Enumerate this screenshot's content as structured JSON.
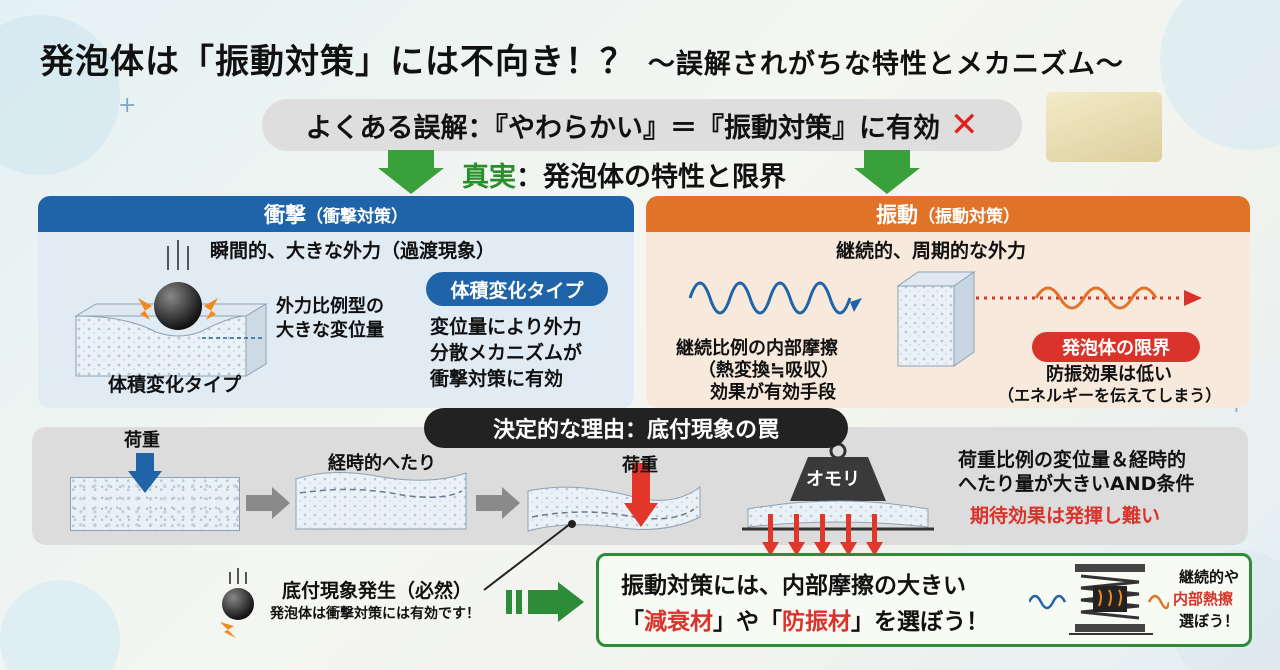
{
  "title": {
    "main": "発泡体は「振動対策」には不向き！？",
    "sub": "〜誤解されがちな特性とメカニズム〜"
  },
  "misconception": {
    "text": "よくある誤解：『やわらかい』＝『振動対策』に有効",
    "mark": "✕"
  },
  "truth": {
    "label": "真実",
    "text": "：発泡体の特性と限界"
  },
  "impact": {
    "header": "衝撃",
    "header_sub": "（衝撃対策）",
    "desc": "瞬間的、大きな外力（過渡現象）",
    "callout_line1": "外力比例型の",
    "callout_line2": "大きな変位量",
    "foam_label": "体積変化タイプ",
    "pill": "体積変化タイプ",
    "mech_line1": "変位量により外力",
    "mech_line2": "分散メカニズムが",
    "mech_line3": "衝撃対策に有効"
  },
  "vibration": {
    "header": "振動",
    "header_sub": "（振動対策）",
    "desc": "継続的、周期的な外力",
    "left_line1": "継続比例の内部摩擦",
    "left_line2": "（熱変換≒吸収）",
    "left_line3": "効果が有効手段",
    "limit_pill": "発泡体の限界",
    "right_line1": "防振効果は低い",
    "right_line2": "（エネルギーを伝えてしまう）"
  },
  "decisive": {
    "text": "決定的な理由：底付現象の罠"
  },
  "lower": {
    "load_label": "荷重",
    "fatigue_label": "経時的へたり",
    "load_label2": "荷重",
    "weight_label": "オモリ",
    "cond_line1": "荷重比例の変位量＆経時的",
    "cond_line2": "へたり量が大きいAND条件",
    "cond_red": "期待効果は発揮し難い"
  },
  "bottoming": {
    "title": "底付現象発生（必然）",
    "note": "発泡体は衝撃対策には有効です！"
  },
  "conclusion": {
    "line1": "振動対策には、内部摩擦の大きい",
    "q_open1": "「",
    "mat1": "減衰材",
    "q_close1": "」",
    "conj": "や",
    "q_open2": "「",
    "mat2": "防振材",
    "q_close2": "」",
    "end": "を選ぼう！",
    "side_line1": "継続的や",
    "side_line2": "内部熱擦",
    "side_line3": "選ぼう！"
  },
  "colors": {
    "blue": "#1f64a8",
    "orange": "#e07328",
    "red": "#d9332b",
    "green": "#2c8c37"
  }
}
